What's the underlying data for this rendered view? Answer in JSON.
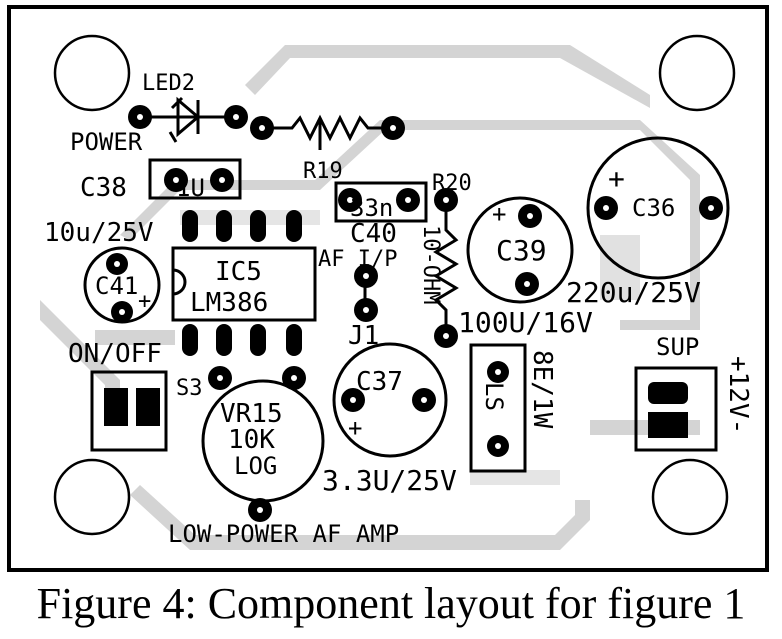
{
  "caption": "Figure 4: Component layout for figure 1",
  "board_title": "LOW-POWER AF AMP",
  "labels": {
    "led2": "LED2",
    "power": "POWER",
    "r19": "R19",
    "c38": "C38",
    "c38_value": "1U",
    "c41_value": "10u/25V",
    "c41": "C41",
    "ic5": "IC5",
    "ic5_part": "LM386",
    "on_off": "ON/OFF",
    "s3": "S3",
    "vr15": "VR15",
    "vr15_value": "10K",
    "vr15_taper": "LOG",
    "c40_value": "33n",
    "c40": "C40",
    "af_ip": "AF I/P",
    "j1": "J1",
    "r20": "R20",
    "r20_value": "10-OHM",
    "c39": "C39",
    "c39_value": "100U/16V",
    "c37": "C37",
    "c37_value": "3.3U/25V",
    "ls": "LS",
    "ls_value": "8E/1W",
    "c36": "C36",
    "c36_value": "220u/25V",
    "sup": "SUP",
    "supply_value": "+12V-",
    "plus": "+"
  },
  "colors": {
    "copper_ghost": "#d4d4d4",
    "silk": "#000000",
    "board": "#ffffff"
  }
}
